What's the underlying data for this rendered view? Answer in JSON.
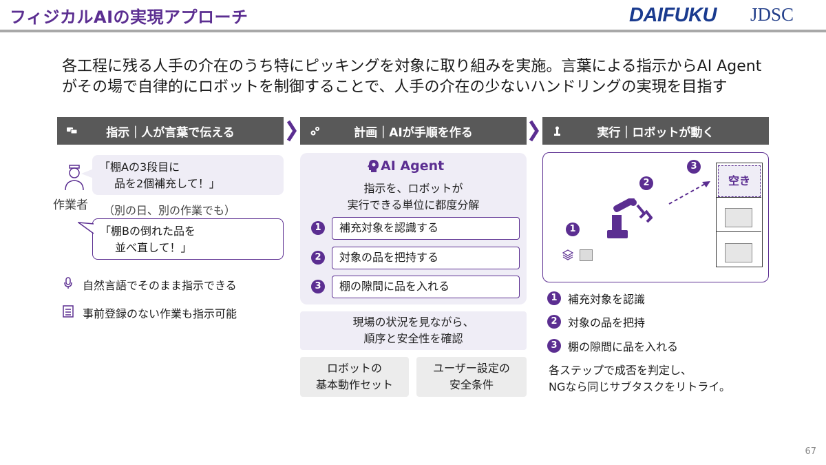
{
  "header": {
    "title": "フィジカルAIの実現アプローチ",
    "logo_daifuku": "DAIFUKU",
    "logo_jdsc": "JDSC"
  },
  "lead": {
    "line1": "各工程に残る人手の介在のうち特にピッキングを対象に取り組みを実施。言葉による指示からAI Agent",
    "line2": "がその場で自律的にロボットを制御することで、人手の介在の少ないハンドリングの実現を目指す"
  },
  "columns": {
    "instruct": {
      "title": "指示｜人が言葉で伝える",
      "icon": "chat-icon"
    },
    "plan": {
      "title": "計画｜AIが手順を作る",
      "icon": "gears-icon"
    },
    "execute": {
      "title": "実行｜ロボットが動く",
      "icon": "robot-arm-icon"
    }
  },
  "instruct": {
    "worker_label": "作業者",
    "bubble1_line1": "「棚Aの3段目に",
    "bubble1_line2": "品を2個補充して！」",
    "other_day": "（別の日、別の作業でも）",
    "bubble2_line1": "「棚Bの倒れた品を",
    "bubble2_line2": "並べ直して！」",
    "feature1": "自然言語でそのまま指示できる",
    "feature2": "事前登録のない作業も指示可能",
    "feature1_icon": "microphone-icon",
    "feature2_icon": "checklist-icon"
  },
  "plan": {
    "agent_label": "AI Agent",
    "agent_icon": "brain-icon",
    "desc_line1": "指示を、ロボットが",
    "desc_line2": "実行できる単位に都度分解",
    "steps": [
      {
        "num": "1",
        "label": "補充対象を認識する"
      },
      {
        "num": "2",
        "label": "対象の品を把持する"
      },
      {
        "num": "3",
        "label": "棚の隙間に品を入れる"
      }
    ],
    "situation_line1": "現場の状況を見ながら、",
    "situation_line2": "順序と安全性を確認",
    "base_line1": "ロボットの",
    "base_line2": "基本動作セット",
    "safety_line1": "ユーザー設定の",
    "safety_line2": "安全条件"
  },
  "execute": {
    "empty_label": "空き",
    "markers": [
      "1",
      "2",
      "3"
    ],
    "steps": [
      {
        "num": "1",
        "label": "補充対象を認識"
      },
      {
        "num": "2",
        "label": "対象の品を把持"
      },
      {
        "num": "3",
        "label": "棚の隙間に品を入れる"
      }
    ],
    "note_line1": "各ステップで成否を判定し、",
    "note_line2": "NGなら同じサブタスクをリトライ。"
  },
  "page_number": "67",
  "colors": {
    "accent": "#5b2e91",
    "header_bg": "#595959",
    "panel_bg": "#efedf6",
    "logo": "#1a3b8f"
  }
}
